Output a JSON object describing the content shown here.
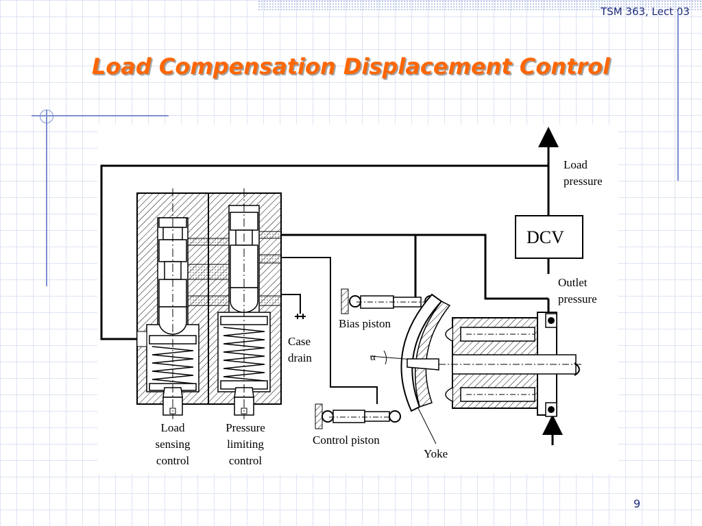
{
  "slide": {
    "course_tag": "TSM 363, Lect 03",
    "title": "Load Compensation Displacement Control",
    "page_number": "9"
  },
  "diagram": {
    "dcv": "DCV",
    "load_pressure": [
      "Load",
      "pressure"
    ],
    "outlet_pressure": [
      "Outlet",
      "pressure"
    ],
    "case_drain": [
      "Case",
      "drain"
    ],
    "bias_piston": "Bias piston",
    "control_piston": "Control piston",
    "yoke": "Yoke",
    "alpha": "α",
    "load_sensing_control": [
      "Load",
      "sensing",
      "control"
    ],
    "pressure_limiting_control": [
      "Pressure",
      "limiting",
      "control"
    ]
  }
}
